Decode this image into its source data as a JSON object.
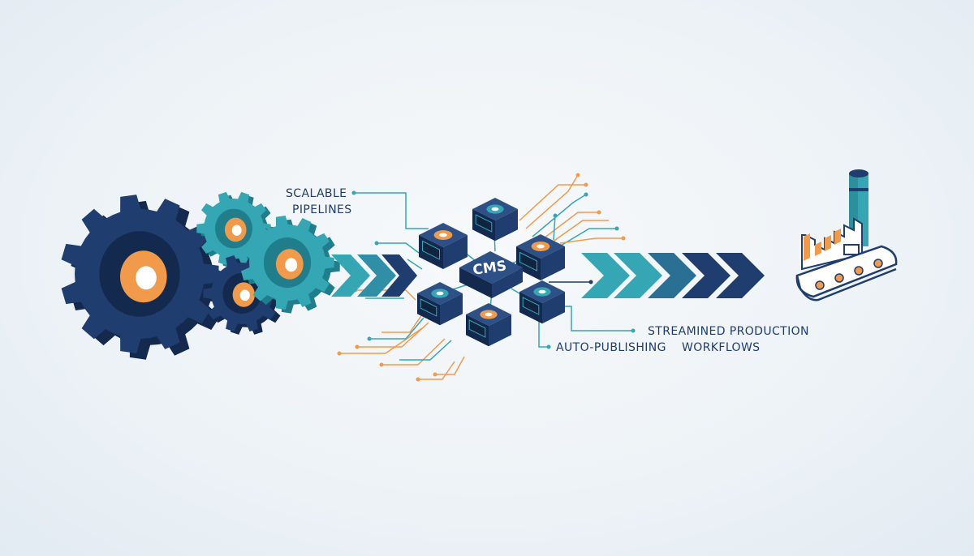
{
  "labels": {
    "scalable_line1": "SCALABLE",
    "scalable_line2": "PIPELINES",
    "auto_publishing": "AUTO-PUBLISHING",
    "streamlined_line1": "STREAMINED PRODUCTION",
    "streamlined_line2": "WORKFLOWS",
    "cms": "CMS"
  },
  "colors": {
    "navy": "#1f3d6e",
    "navy_dark": "#14294e",
    "teal": "#35a6b4",
    "teal_dark": "#1f7d8c",
    "orange": "#f19a4a",
    "background": "#eef3f7"
  },
  "icons": [
    "gear-icon",
    "chevron-arrow-icon",
    "cms-node-icon",
    "factory-icon",
    "conveyor-icon"
  ]
}
